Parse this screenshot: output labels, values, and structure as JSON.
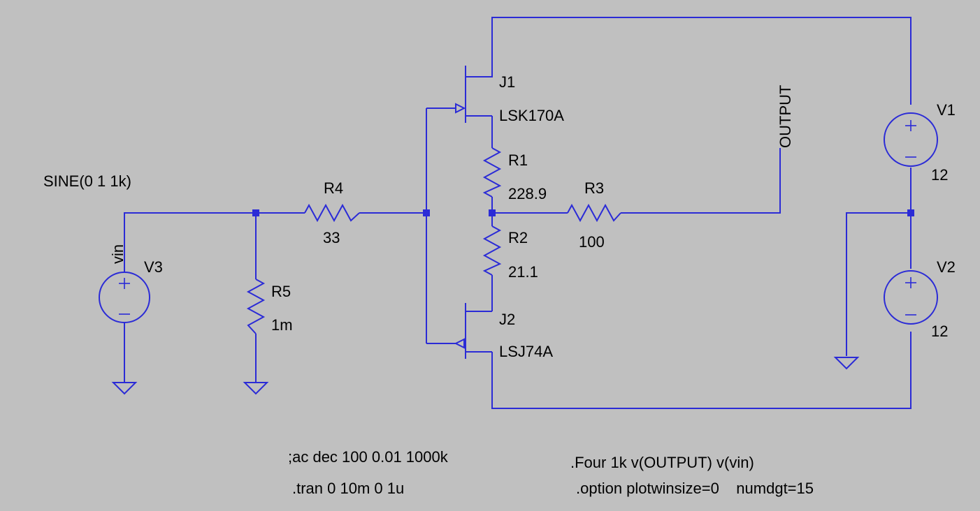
{
  "components": {
    "v3": {
      "name": "V3",
      "source": "SINE(0 1 1k)"
    },
    "v1": {
      "name": "V1",
      "value": "12"
    },
    "v2": {
      "name": "V2",
      "value": "12"
    },
    "r1": {
      "name": "R1",
      "value": "228.9"
    },
    "r2": {
      "name": "R2",
      "value": "21.1"
    },
    "r3": {
      "name": "R3",
      "value": "100"
    },
    "r4": {
      "name": "R4",
      "value": "33"
    },
    "r5": {
      "name": "R5",
      "value": "1m"
    },
    "j1": {
      "name": "J1",
      "model": "LSK170A"
    },
    "j2": {
      "name": "J2",
      "model": "LSJ74A"
    }
  },
  "nets": {
    "vin": "vin",
    "output": "OUTPUT"
  },
  "directives": {
    "ac": ";ac dec 100 0.01 1000k",
    "tran": ".tran 0 10m 0 1u",
    "four": ".Four 1k v(OUTPUT) v(vin)",
    "option": ".option plotwinsize=0    numdgt=15"
  },
  "colors": {
    "wire": "#2b2bd6",
    "background": "#c0c0c0",
    "text": "#000000"
  }
}
